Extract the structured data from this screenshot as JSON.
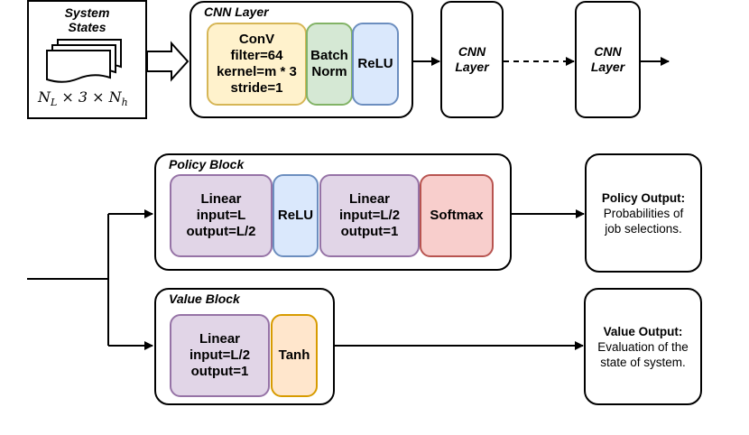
{
  "system_states": {
    "title": "System\nStates",
    "formula": {
      "n_l": "N",
      "n_l_sub": "L",
      "middle": " × 3 × ",
      "n_h": "N",
      "n_h_sub": "h"
    }
  },
  "cnn_layer_panel": {
    "title": "CNN Layer",
    "conv": "ConV\nfilter=64\nkernel=m * 3\nstride=1",
    "batch_norm": "Batch\nNorm",
    "relu": "ReLU"
  },
  "cnn_layers": [
    "CNN\nLayer",
    "CNN\nLayer"
  ],
  "policy_block": {
    "title": "Policy Block",
    "linear1": "Linear\ninput=L\noutput=L/2",
    "relu": "ReLU",
    "linear2": "Linear\ninput=L/2\noutput=1",
    "softmax": "Softmax"
  },
  "value_block": {
    "title": "Value Block",
    "linear": "Linear\ninput=L/2\noutput=1",
    "tanh": "Tanh"
  },
  "policy_output": {
    "title": "Policy Output:",
    "desc": "Probabilities of\njob selections."
  },
  "value_output": {
    "title": "Value Output:",
    "desc": "Evaluation of the\nstate of system."
  }
}
